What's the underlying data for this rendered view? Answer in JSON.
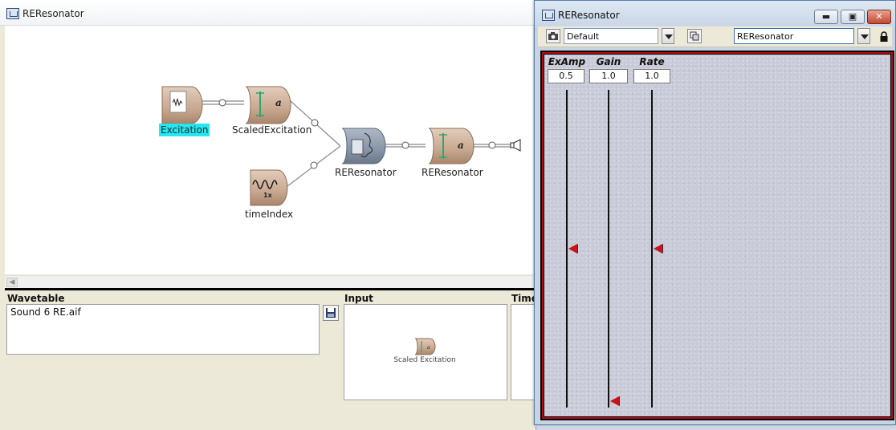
{
  "main_window": {
    "title": "REResonator",
    "nodes": {
      "excitation": "Excitation",
      "scaled_excitation": "ScaledExcitation",
      "time_index": "timeIndex",
      "time_index_badge": "1x",
      "re_resonator_1": "REResonator",
      "re_resonator_2": "REResonator",
      "attenuator_glyph": "a"
    },
    "panels": {
      "wavetable": {
        "label": "Wavetable",
        "value": "Sound 6 RE.aif"
      },
      "input": {
        "label": "Input",
        "node_label": "Scaled Excitation"
      },
      "time": {
        "label": "Time"
      }
    }
  },
  "vcs_window": {
    "title": "REResonator",
    "preset": "Default",
    "sound_selector": "REResonator",
    "faders": [
      {
        "label": "ExAmp",
        "value": "0.5",
        "level": 0.5
      },
      {
        "label": "Gain",
        "value": "1.0",
        "level": 0.02
      },
      {
        "label": "Rate",
        "value": "1.0",
        "level": 0.5
      }
    ]
  },
  "colors": {
    "selection_highlight": "#26e6ee",
    "node_tan": "#c8a890",
    "node_blue": "#8896a8",
    "vcs_border": "#b70a16",
    "fader_thumb": "#c8141c"
  }
}
